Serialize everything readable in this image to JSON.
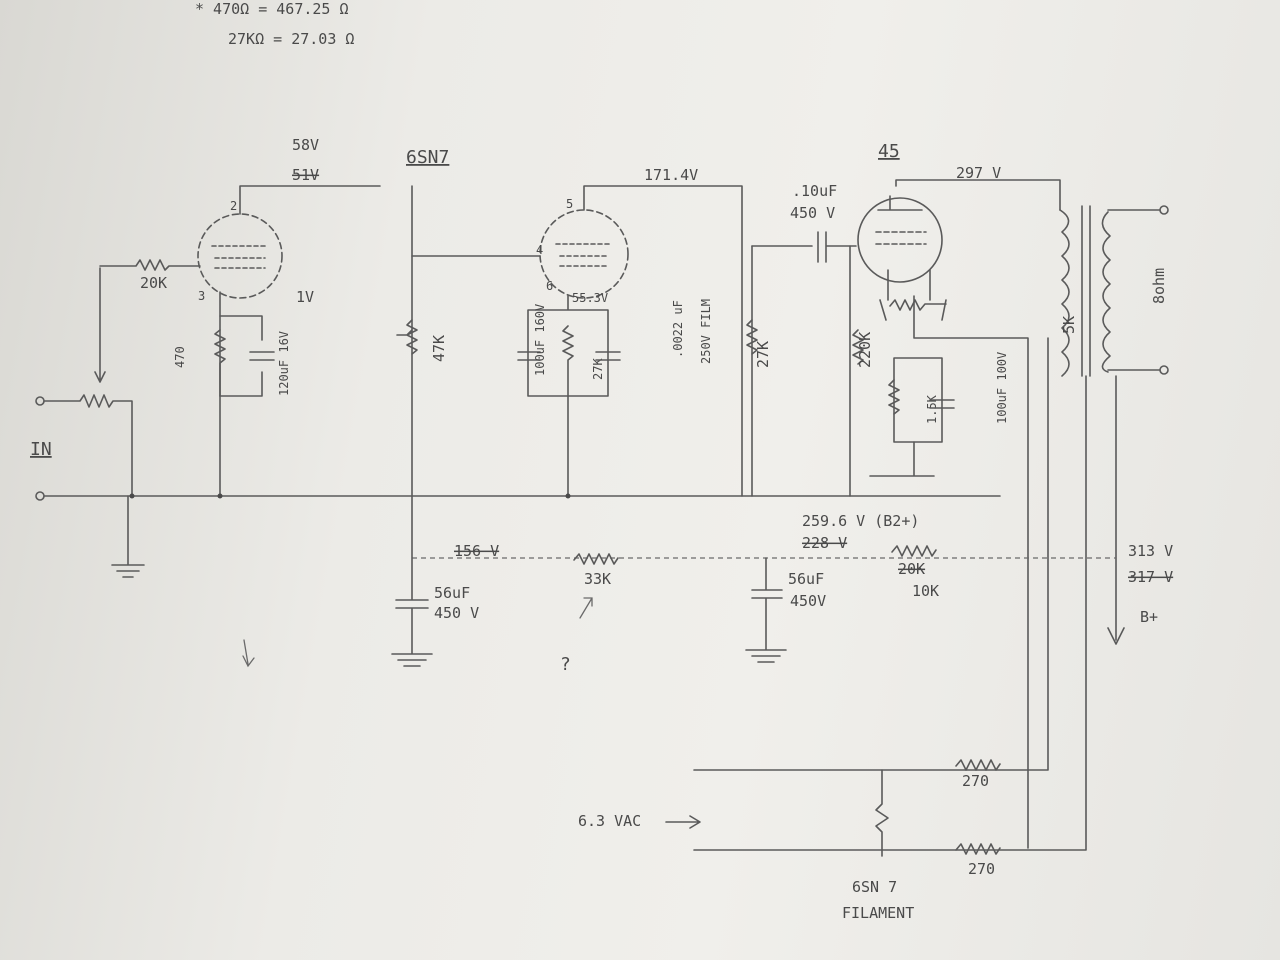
{
  "notes": {
    "line1": "* 470Ω = 467.25 Ω",
    "line2": "27KΩ = 27.03 Ω"
  },
  "labels": {
    "input": "IN",
    "b_plus": "B+",
    "question": "?",
    "vac": "6.3 VAC",
    "filament_tube": "6SN 7",
    "filament": "FILAMENT"
  },
  "tubes": {
    "driver": "6SN7",
    "output": "45"
  },
  "pins": {
    "p2": "2",
    "p3": "3",
    "p4": "4",
    "p5": "5",
    "p6": "6"
  },
  "voltages": {
    "stage1_plate": "58V",
    "stage1_plate_old": "51V",
    "stage1_cathode": "1V",
    "stage2_plate": "171.4V",
    "stage2_cathode": "55.3V",
    "output_plate": "297 V",
    "supply": "313 V",
    "supply_old": "317 V",
    "rail1": "156 V",
    "rail2": "259.6 V (B2+)",
    "rail2_old": "228 V"
  },
  "components": {
    "r_grid": "20K",
    "r_cathode1": "470",
    "c_cathode1": "120uF 16V",
    "r_load1": "47K",
    "c_cathode2": "100uF 160V",
    "r_cathode2": "27K",
    "c_film": ".0022 uF",
    "c_film_rating": "250V FILM",
    "r_load2": "27K",
    "c_couple": ".10uF",
    "c_couple_rating": "450 V",
    "r_grid2": "220K",
    "r_bias": "1.5K",
    "c_bias": "100uF 100V",
    "t_primary": "5K",
    "t_secondary": "8ohm",
    "c_filter1": "56uF",
    "c_filter1_rating": "450 V",
    "r_drop1": "33K",
    "c_filter2": "56uF",
    "c_filter2_rating": "450V",
    "r_drop2": "20K",
    "r_drop2_new": "10K",
    "r_fil_a": "270",
    "r_fil_b": "270"
  }
}
